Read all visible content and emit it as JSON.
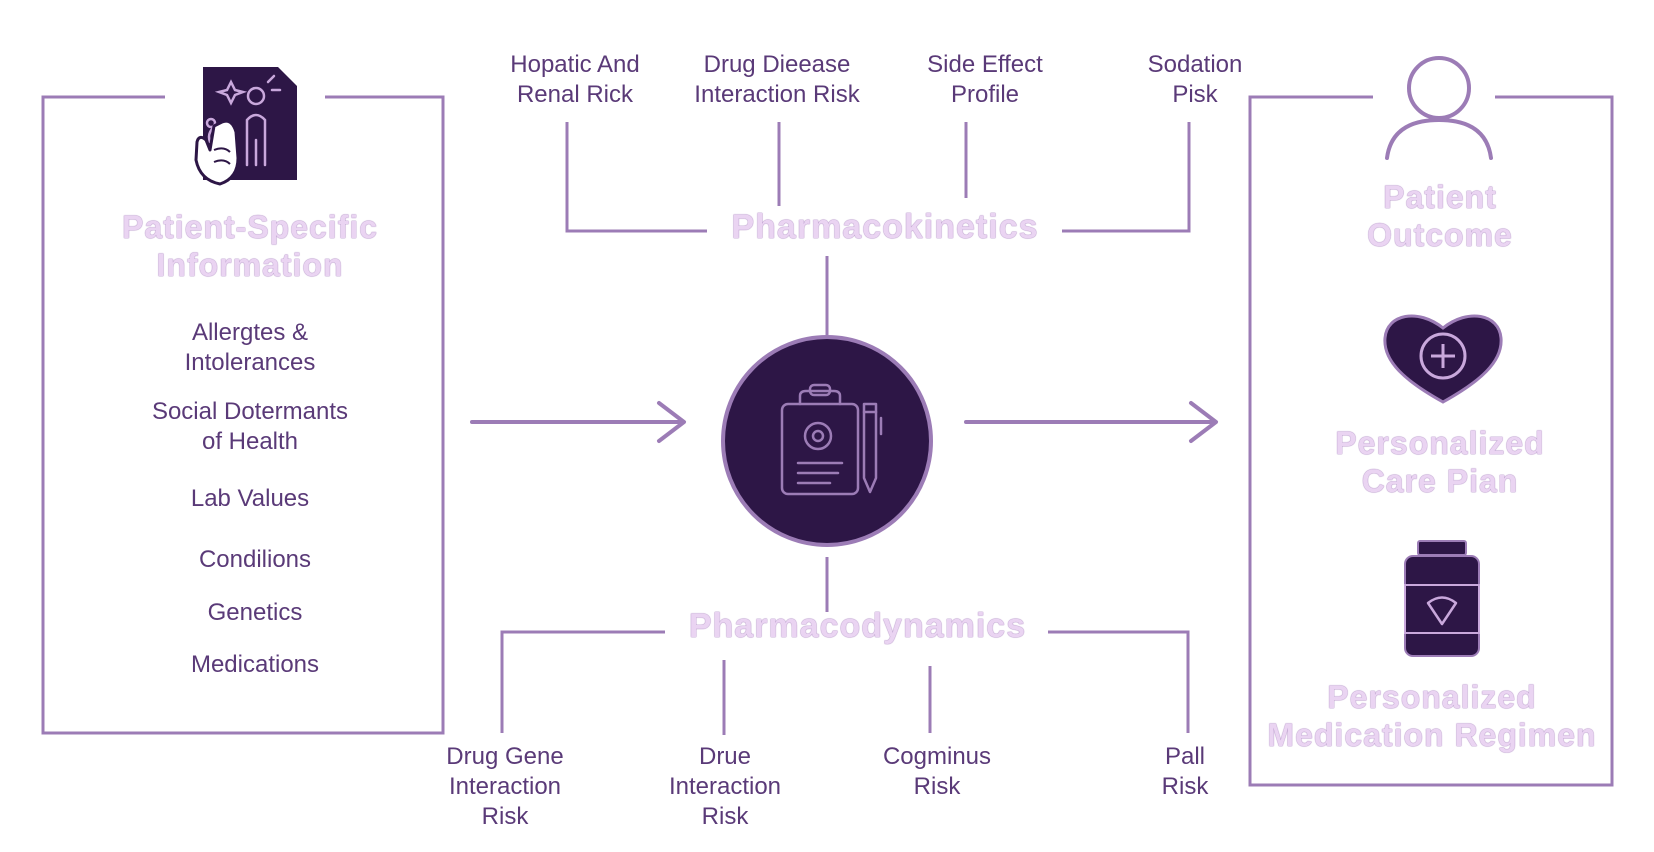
{
  "colors": {
    "line": "#9c7cb6",
    "dark_fill": "#2d1646",
    "dark_text": "#5a3a78",
    "light_text": "#ead4f2"
  },
  "left_panel": {
    "icon": "patient-chart-icon",
    "title": [
      "Patient-Specific",
      "Information"
    ],
    "items": [
      [
        "Allergtes &",
        "Intolerances"
      ],
      [
        "Social Dotermants",
        "of Health"
      ],
      [
        "Lab Values"
      ],
      [
        "Condilions"
      ],
      [
        "Genetics"
      ],
      [
        "Medications"
      ]
    ]
  },
  "center": {
    "icon": "clipboard-pen-icon",
    "pharmacokinetics": {
      "label": "Pharmacokinetics",
      "risks": [
        [
          "Hopatic And",
          "Renal Rick"
        ],
        [
          "Drug Dieease",
          "Interaction Risk"
        ],
        [
          "Side Effect",
          "Profile"
        ],
        [
          "Sodation",
          "Pisk"
        ]
      ]
    },
    "pharmacodynamics": {
      "label": "Pharmacodynamics",
      "risks": [
        [
          "Drug Gene",
          "Interaction",
          "Risk"
        ],
        [
          "Drue",
          "Interaction",
          "Risk"
        ],
        [
          "Cogminus",
          "Risk"
        ],
        [
          "Pall",
          "Risk"
        ]
      ]
    }
  },
  "right_panel": {
    "icons": [
      "person-icon",
      "heart-plus-icon",
      "medicine-bottle-icon"
    ],
    "outcome": [
      "Patient",
      "Outcome"
    ],
    "care_plan": [
      "Personalized",
      "Care Pian"
    ],
    "regimen": [
      "Personalized",
      "Medication Regimen"
    ]
  }
}
